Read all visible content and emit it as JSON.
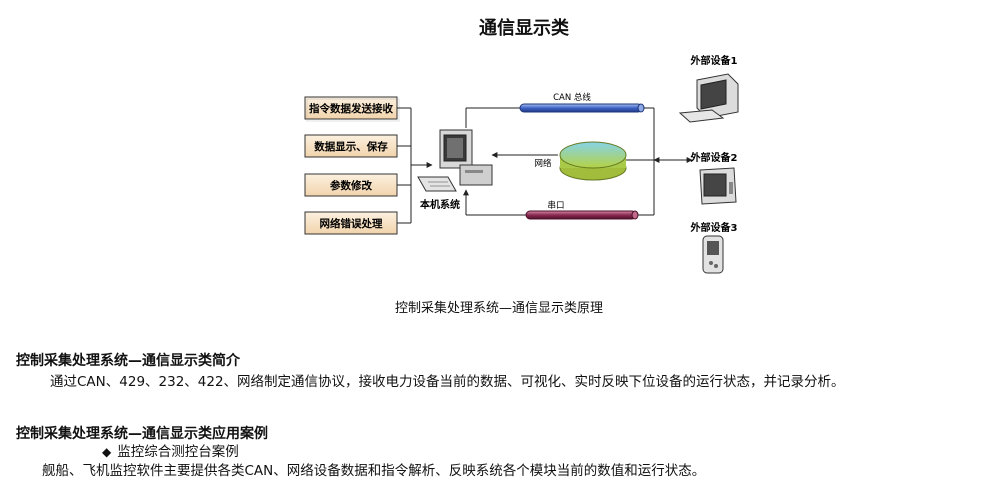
{
  "title": "通信显示类",
  "diagram": {
    "functions": [
      "指令数据发送接收",
      "数据显示、保存",
      "参数修改",
      "网络错误处理"
    ],
    "host_label": "本机系统",
    "links": [
      "CAN 总线",
      "网络",
      "串口"
    ],
    "devices": [
      "外部设备1",
      "外部设备2",
      "外部设备3"
    ],
    "caption": "控制采集处理系统—通信显示类原理"
  },
  "intro": {
    "heading": "控制采集处理系统—通信显示类简介",
    "text": "通过CAN、429、232、422、网络制定通信协议，接收电力设备当前的数据、可视化、实时反映下位设备的运行状态，并记录分析。"
  },
  "cases": {
    "heading": "控制采集处理系统—通信显示类应用案例",
    "bullet": "监控综合测控台案例",
    "text": "舰船、飞机监控软件主要提供各类CAN、网络设备数据和指令解析、反映系统各个模块当前的数值和运行状态。"
  },
  "colors": {
    "box_fill": "#f7e3c6",
    "box_border": "#333333",
    "can_bus": "#4a6fd0",
    "serial_bus": "#8a2a52",
    "network_top": "#7ec8d8",
    "network_bottom": "#a8cf4a"
  }
}
